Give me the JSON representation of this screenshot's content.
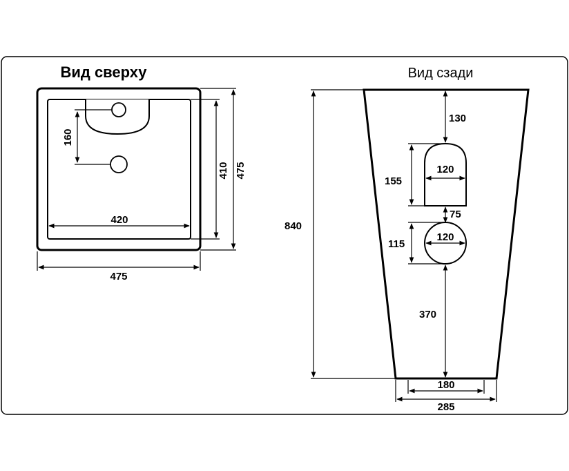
{
  "top_view": {
    "title": "Вид сверху",
    "dims": {
      "hole_spacing": "160",
      "inner_depth": "410",
      "outer_depth": "475",
      "inner_width": "420",
      "outer_width": "475"
    }
  },
  "rear_view": {
    "title": "Вид сзади",
    "dims": {
      "height": "840",
      "top_to_opening": "130",
      "opening_height": "155",
      "opening_width": "120",
      "gap": "75",
      "hole_height": "115",
      "hole_width": "120",
      "hole_to_bottom": "370",
      "base_inner": "180",
      "base_outer": "285"
    }
  }
}
